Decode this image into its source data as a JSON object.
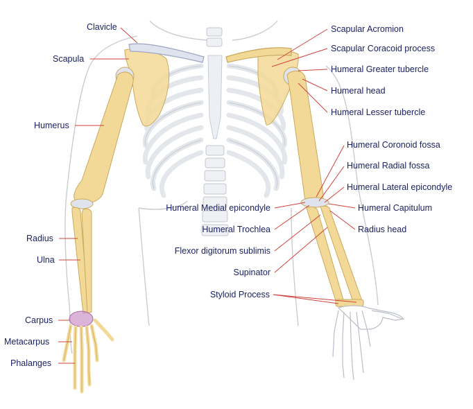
{
  "colors": {
    "bone": "#f3d998",
    "bone_stroke": "#c9a95b",
    "cartilage": "#dfe3ee",
    "ribs": "#eceff3",
    "outline": "#c8ccd2",
    "leader": "#d0423a",
    "label_text": "#1b2263",
    "carpus": "#c98cc4"
  },
  "labels": {
    "clavicle": "Clavicle",
    "scapula": "Scapula",
    "humerus": "Humerus",
    "radius": "Radius",
    "ulna": "Ulna",
    "carpus": "Carpus",
    "metacarpus": "Metacarpus",
    "phalanges": "Phalanges",
    "scapular_acromion": "Scapular Acromion",
    "scapular_coracoid": "Scapular Coracoid process",
    "greater_tubercle": "Humeral Greater tubercle",
    "humeral_head": "Humeral head",
    "lesser_tubercle": "Humeral Lesser tubercle",
    "coronoid_fossa": "Humeral Coronoid fossa",
    "radial_fossa": "Humeral Radial fossa",
    "lateral_epicondyle": "Humeral Lateral epicondyle",
    "capitulum": "Humeral Capitulum",
    "radius_head": "Radius head",
    "medial_epicondyle": "Humeral Medial epicondyle",
    "trochlea": "Humeral Trochlea",
    "flexor": "Flexor digitorum sublimis",
    "supinator": "Supinator",
    "styloid": "Styloid Process"
  }
}
